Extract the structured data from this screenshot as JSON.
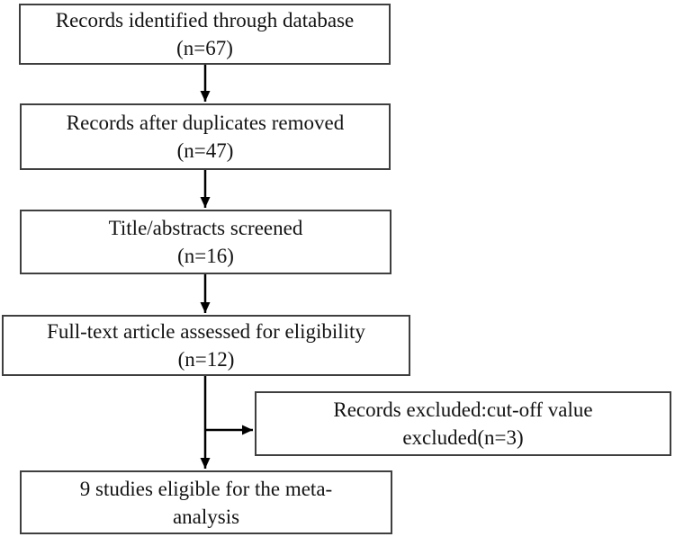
{
  "flowchart": {
    "boxes": [
      {
        "id": "records-identified",
        "line1": "Records identified through database",
        "line2": "(n=67)"
      },
      {
        "id": "duplicates-removed",
        "line1": "Records after duplicates removed",
        "line2": "(n=47)"
      },
      {
        "id": "titles-screened",
        "line1": "Title/abstracts screened",
        "line2": "(n=16)"
      },
      {
        "id": "fulltext-assessed",
        "line1": "Full-text article assessed for eligibility",
        "line2": "(n=12)"
      },
      {
        "id": "records-excluded",
        "line1": "Records excluded:cut-off value",
        "line2": "excluded(n=3)"
      },
      {
        "id": "studies-eligible",
        "line1": "9 studies eligible for the meta-",
        "line2": "analysis"
      }
    ],
    "counts": {
      "identified": 67,
      "after_duplicates": 47,
      "screened": 16,
      "fulltext_assessed": 12,
      "excluded": 3,
      "eligible": 9
    },
    "colors": {
      "background": "#ffffff",
      "box_border": "#3f3f3f",
      "text": "#131313",
      "arrow": "#000000"
    }
  }
}
